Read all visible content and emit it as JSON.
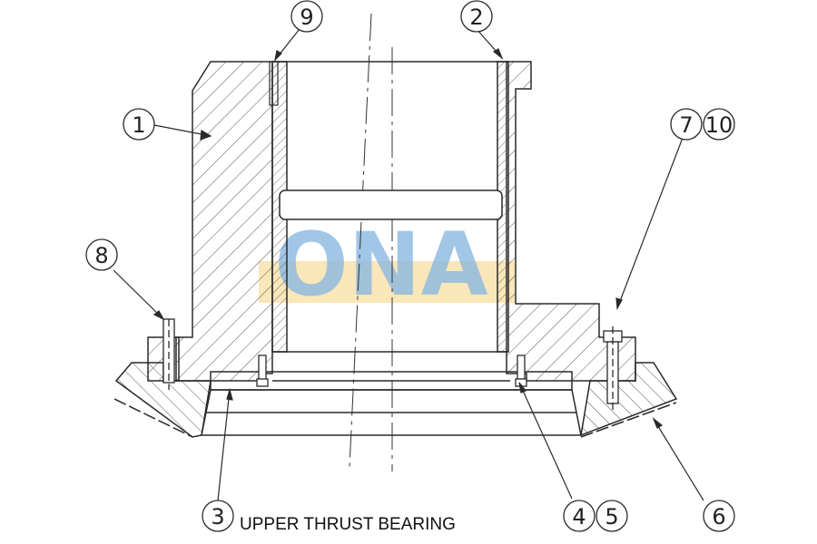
{
  "title": "UPPER THRUST BEARING",
  "watermark": {
    "text": "ONA",
    "text_color": "#8ab8e0",
    "band_color": "#f5d58a"
  },
  "balloons": {
    "b1": "1",
    "b2": "2",
    "b3": "3",
    "b4": "4",
    "b5": "5",
    "b6": "6",
    "b7": "7",
    "b8": "8",
    "b9": "9",
    "b10": "10"
  },
  "colors": {
    "line": "#2a2a2a",
    "hatch": "#555555",
    "background": "#ffffff"
  }
}
